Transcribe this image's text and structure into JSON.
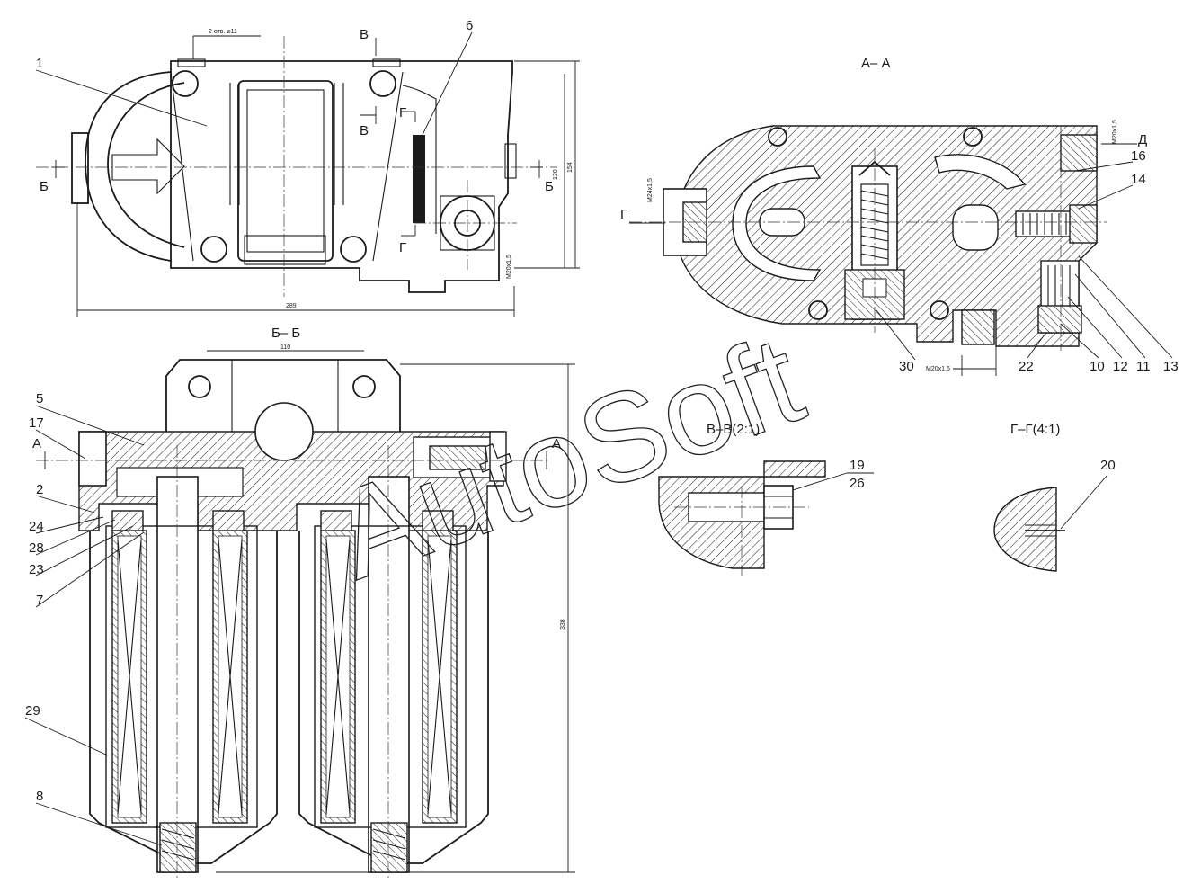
{
  "section_titles": {
    "aa": "А– А",
    "bb": "Б– Б",
    "vv": "В–В(2:1)",
    "gg": "Г–Г(4:1)"
  },
  "section_marks": {
    "v_top": "В",
    "v_bottom": "В",
    "b_left": "Б",
    "b_right": "Б",
    "g_top": "Г",
    "g_bottom": "Г",
    "a_left": "А",
    "a_right": "А",
    "g_aa": "Г",
    "d_aa": "Д"
  },
  "callouts": {
    "c1": "1",
    "c2": "2",
    "c5": "5",
    "c6": "6",
    "c7": "7",
    "c8": "8",
    "c10": "10",
    "c11": "11",
    "c12": "12",
    "c13": "13",
    "c14": "14",
    "c16": "16",
    "c17": "17",
    "c19": "19",
    "c20": "20",
    "c22": "22",
    "c23": "23",
    "c24": "24",
    "c26": "26",
    "c28": "28",
    "c29": "29",
    "c30": "30"
  },
  "dimensions": {
    "plan_top_note": "2 отв. ⌀11",
    "plan_width": "289",
    "plan_h1": "130",
    "plan_h2": "154",
    "plan_thread": "M20x1,5",
    "bb_top": "110",
    "bb_height": "338",
    "aa_thread_left": "M24x1,5",
    "aa_thread_right": "M20x1,5",
    "aa_thread_bottom": "M20x1,5"
  },
  "watermark": "AutoSoft"
}
